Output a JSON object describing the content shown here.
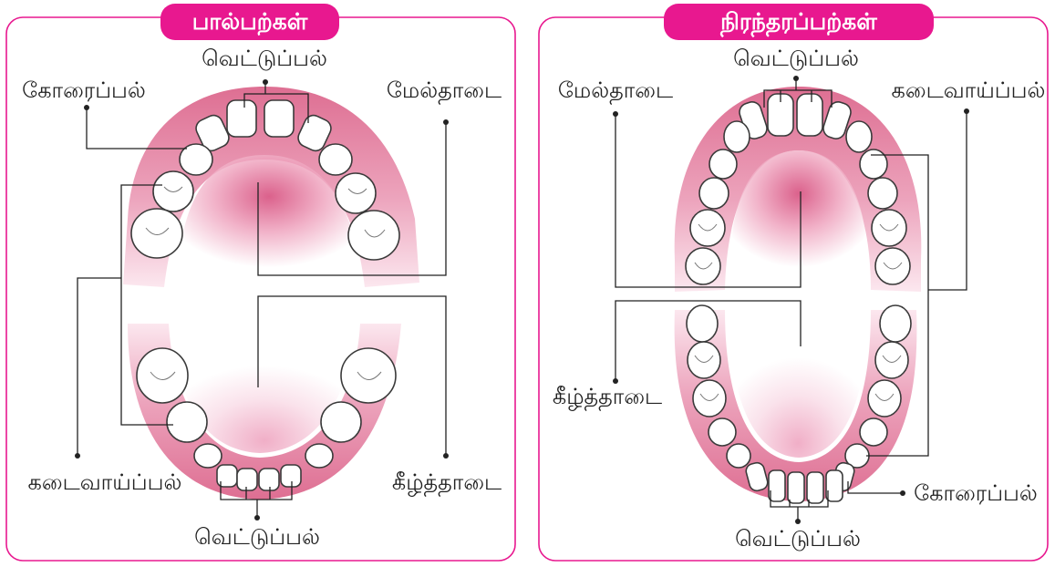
{
  "colors": {
    "accent": "#e8188f",
    "gum": "#e58aa8",
    "gum_dark": "#c94477",
    "tooth": "#ffffff"
  },
  "left": {
    "title": "பால்பற்கள்",
    "labels": {
      "incisor_top": "வெட்டுப்பல்",
      "canine": "கோரைப்பல்",
      "upper_palate": "மேல்தாடை",
      "molar": "கடைவாய்ப்பல்",
      "lower_jaw": "கீழ்த்தாடை",
      "incisor_bottom": "வெட்டுப்பல்"
    }
  },
  "right": {
    "title": "நிரந்தரப்பற்கள்",
    "labels": {
      "incisor_top": "வெட்டுப்பல்",
      "upper_palate": "மேல்தாடை",
      "molar": "கடைவாய்ப்பல்",
      "lower_jaw": "கீழ்த்தாடை",
      "canine": "கோரைப்பல்",
      "incisor_bottom": "வெட்டுப்பல்"
    }
  }
}
